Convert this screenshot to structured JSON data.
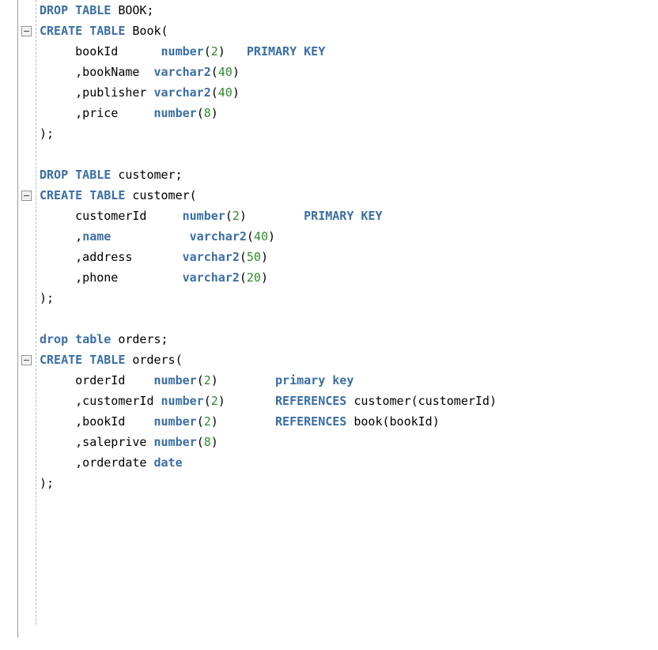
{
  "editor": {
    "name": "sql-code-editor",
    "language": "SQL",
    "background": "#ffffff",
    "colors": {
      "keyword": "#3a6ea5",
      "number": "#2e8b2e",
      "plain": "#000000",
      "gutter_rule": "#9a9a9a",
      "indent_guide": "#b9b9b9"
    },
    "fold_markers": [
      {
        "label": "fold-create-table-book",
        "line": 2
      },
      {
        "label": "fold-create-table-customer",
        "line": 11
      },
      {
        "label": "fold-create-table-orders",
        "line": 20
      }
    ]
  },
  "lines": [
    {
      "n": 1,
      "tokens": [
        {
          "t": "DROP TABLE",
          "c": "kw"
        },
        {
          "t": " BOOK;",
          "c": "pl"
        }
      ]
    },
    {
      "n": 2,
      "fold": true,
      "tokens": [
        {
          "t": "CREATE TABLE",
          "c": "kw"
        },
        {
          "t": " Book(",
          "c": "pl"
        }
      ]
    },
    {
      "n": 3,
      "tokens": [
        {
          "t": "     bookId      ",
          "c": "pl"
        },
        {
          "t": "number",
          "c": "kw"
        },
        {
          "t": "(",
          "c": "pl"
        },
        {
          "t": "2",
          "c": "num"
        },
        {
          "t": ")   ",
          "c": "pl"
        },
        {
          "t": "PRIMARY KEY",
          "c": "kw"
        }
      ]
    },
    {
      "n": 4,
      "tokens": [
        {
          "t": "     ,bookName  ",
          "c": "pl"
        },
        {
          "t": "varchar2",
          "c": "kw"
        },
        {
          "t": "(",
          "c": "pl"
        },
        {
          "t": "40",
          "c": "num"
        },
        {
          "t": ")",
          "c": "pl"
        }
      ]
    },
    {
      "n": 5,
      "tokens": [
        {
          "t": "     ,publisher ",
          "c": "pl"
        },
        {
          "t": "varchar2",
          "c": "kw"
        },
        {
          "t": "(",
          "c": "pl"
        },
        {
          "t": "40",
          "c": "num"
        },
        {
          "t": ")",
          "c": "pl"
        }
      ]
    },
    {
      "n": 6,
      "tokens": [
        {
          "t": "     ,price     ",
          "c": "pl"
        },
        {
          "t": "number",
          "c": "kw"
        },
        {
          "t": "(",
          "c": "pl"
        },
        {
          "t": "8",
          "c": "num"
        },
        {
          "t": ")",
          "c": "pl"
        }
      ]
    },
    {
      "n": 7,
      "tokens": [
        {
          "t": ");",
          "c": "pl"
        }
      ]
    },
    {
      "n": 8,
      "tokens": []
    },
    {
      "n": 9,
      "tokens": [
        {
          "t": "DROP TABLE",
          "c": "kw"
        },
        {
          "t": " customer;",
          "c": "pl"
        }
      ]
    },
    {
      "n": 10,
      "fold": true,
      "tokens": [
        {
          "t": "CREATE TABLE",
          "c": "kw"
        },
        {
          "t": " customer(",
          "c": "pl"
        }
      ]
    },
    {
      "n": 11,
      "tokens": [
        {
          "t": "     customerId     ",
          "c": "pl"
        },
        {
          "t": "number",
          "c": "kw"
        },
        {
          "t": "(",
          "c": "pl"
        },
        {
          "t": "2",
          "c": "num"
        },
        {
          "t": ")        ",
          "c": "pl"
        },
        {
          "t": "PRIMARY KEY",
          "c": "kw"
        }
      ]
    },
    {
      "n": 12,
      "tokens": [
        {
          "t": "     ,",
          "c": "pl"
        },
        {
          "t": "name",
          "c": "kw"
        },
        {
          "t": "           ",
          "c": "pl"
        },
        {
          "t": "varchar2",
          "c": "kw"
        },
        {
          "t": "(",
          "c": "pl"
        },
        {
          "t": "40",
          "c": "num"
        },
        {
          "t": ")",
          "c": "pl"
        }
      ]
    },
    {
      "n": 13,
      "tokens": [
        {
          "t": "     ,address       ",
          "c": "pl"
        },
        {
          "t": "varchar2",
          "c": "kw"
        },
        {
          "t": "(",
          "c": "pl"
        },
        {
          "t": "50",
          "c": "num"
        },
        {
          "t": ")",
          "c": "pl"
        }
      ]
    },
    {
      "n": 14,
      "tokens": [
        {
          "t": "     ,phone         ",
          "c": "pl"
        },
        {
          "t": "varchar2",
          "c": "kw"
        },
        {
          "t": "(",
          "c": "pl"
        },
        {
          "t": "20",
          "c": "num"
        },
        {
          "t": ")",
          "c": "pl"
        }
      ]
    },
    {
      "n": 15,
      "tokens": [
        {
          "t": ");",
          "c": "pl"
        }
      ]
    },
    {
      "n": 16,
      "tokens": []
    },
    {
      "n": 17,
      "tokens": [
        {
          "t": "drop table",
          "c": "kw"
        },
        {
          "t": " orders;",
          "c": "pl"
        }
      ]
    },
    {
      "n": 18,
      "fold": true,
      "tokens": [
        {
          "t": "CREATE TABLE",
          "c": "kw"
        },
        {
          "t": " orders(",
          "c": "pl"
        }
      ]
    },
    {
      "n": 19,
      "tokens": [
        {
          "t": "     orderId    ",
          "c": "pl"
        },
        {
          "t": "number",
          "c": "kw"
        },
        {
          "t": "(",
          "c": "pl"
        },
        {
          "t": "2",
          "c": "num"
        },
        {
          "t": ")        ",
          "c": "pl"
        },
        {
          "t": "primary key",
          "c": "kw"
        }
      ]
    },
    {
      "n": 20,
      "tokens": [
        {
          "t": "     ,customerId ",
          "c": "pl"
        },
        {
          "t": "number",
          "c": "kw"
        },
        {
          "t": "(",
          "c": "pl"
        },
        {
          "t": "2",
          "c": "num"
        },
        {
          "t": ")       ",
          "c": "pl"
        },
        {
          "t": "REFERENCES",
          "c": "kw"
        },
        {
          "t": " customer(customerId)",
          "c": "pl"
        }
      ]
    },
    {
      "n": 21,
      "tokens": [
        {
          "t": "     ,bookId    ",
          "c": "pl"
        },
        {
          "t": "number",
          "c": "kw"
        },
        {
          "t": "(",
          "c": "pl"
        },
        {
          "t": "2",
          "c": "num"
        },
        {
          "t": ")        ",
          "c": "pl"
        },
        {
          "t": "REFERENCES",
          "c": "kw"
        },
        {
          "t": " book(bookId)",
          "c": "pl"
        }
      ]
    },
    {
      "n": 22,
      "tokens": [
        {
          "t": "     ,saleprive ",
          "c": "pl"
        },
        {
          "t": "number",
          "c": "kw"
        },
        {
          "t": "(",
          "c": "pl"
        },
        {
          "t": "8",
          "c": "num"
        },
        {
          "t": ")",
          "c": "pl"
        }
      ]
    },
    {
      "n": 23,
      "tokens": [
        {
          "t": "     ,orderdate ",
          "c": "pl"
        },
        {
          "t": "date",
          "c": "kw"
        }
      ]
    },
    {
      "n": 24,
      "tokens": [
        {
          "t": ");",
          "c": "pl"
        }
      ]
    }
  ]
}
